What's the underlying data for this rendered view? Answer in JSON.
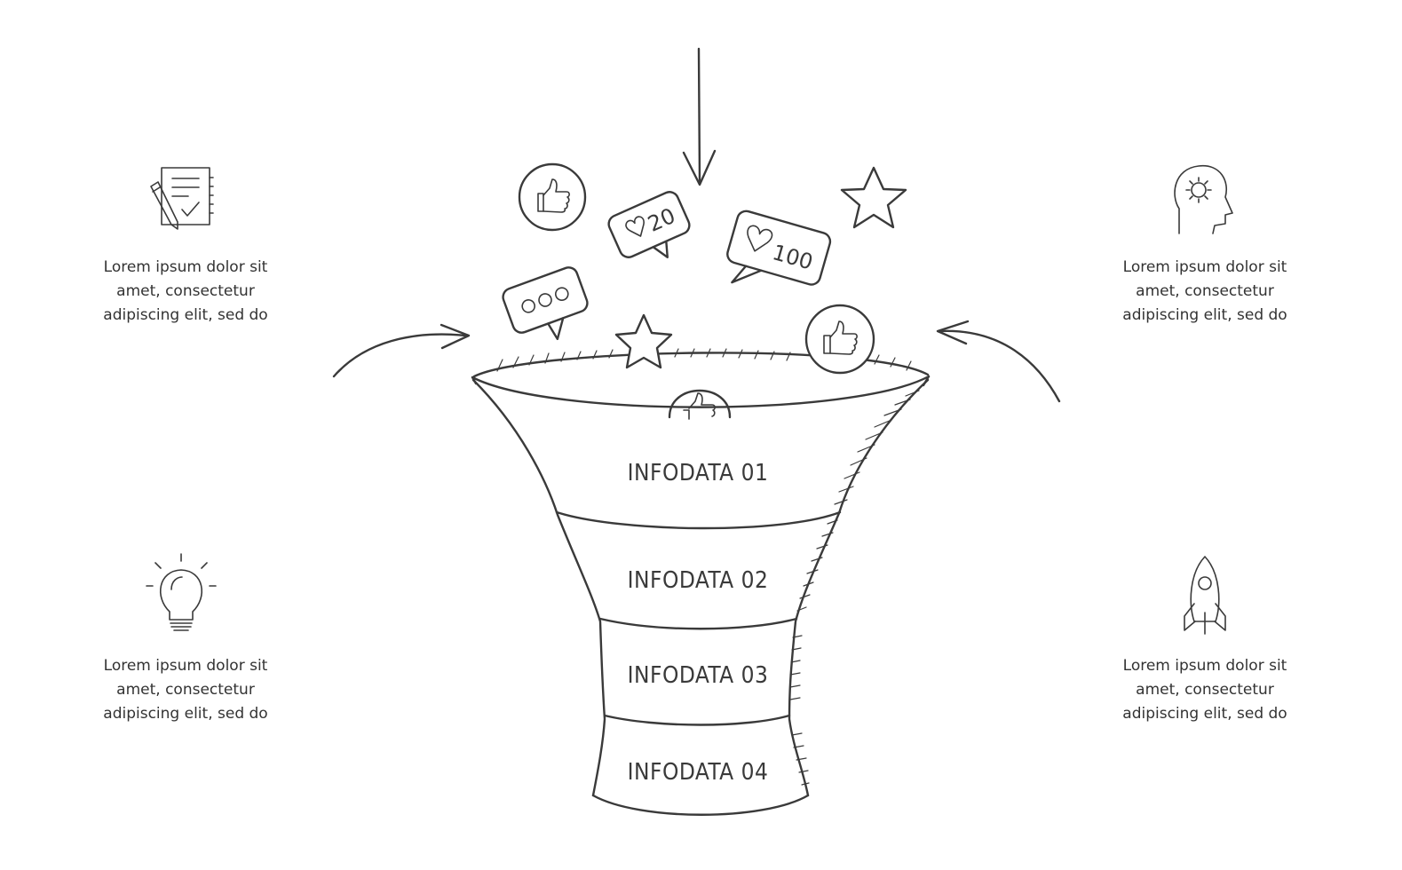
{
  "blocks": [
    {
      "icon": "document-pen-icon",
      "lines": [
        "Lorem ipsum dolor sit",
        "amet, consectetur",
        "adipiscing elit, sed do"
      ]
    },
    {
      "icon": "head-gear-icon",
      "lines": [
        "Lorem ipsum dolor sit",
        "amet, consectetur",
        "adipiscing elit, sed do"
      ]
    },
    {
      "icon": "lightbulb-icon",
      "lines": [
        "Lorem ipsum dolor sit",
        "amet, consectetur",
        "adipiscing elit, sed do"
      ]
    },
    {
      "icon": "rocket-icon",
      "lines": [
        "Lorem ipsum dolor sit",
        "amet, consectetur",
        "adipiscing elit, sed do"
      ]
    }
  ],
  "funnel": {
    "segments": [
      "INFODATA 01",
      "INFODATA 02",
      "INFODATA 03",
      "INFODATA 04"
    ]
  },
  "badges": {
    "heart_small_count": "20",
    "heart_large_count": "100"
  },
  "colors": {
    "ink": "#3a3a3a",
    "background": "#ffffff"
  }
}
